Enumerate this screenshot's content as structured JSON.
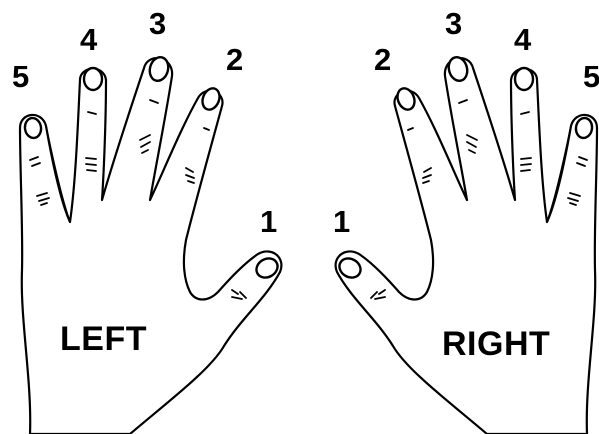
{
  "left_hand": {
    "label": "LEFT",
    "fingers": [
      {
        "id": "thumb",
        "number": "1"
      },
      {
        "id": "index",
        "number": "2"
      },
      {
        "id": "middle",
        "number": "3"
      },
      {
        "id": "ring",
        "number": "4"
      },
      {
        "id": "little",
        "number": "5"
      }
    ]
  },
  "right_hand": {
    "label": "RIGHT",
    "fingers": [
      {
        "id": "thumb",
        "number": "1"
      },
      {
        "id": "index",
        "number": "2"
      },
      {
        "id": "middle",
        "number": "3"
      },
      {
        "id": "ring",
        "number": "4"
      },
      {
        "id": "little",
        "number": "5"
      }
    ]
  },
  "colors": {
    "line": "#000000",
    "background": "#ffffff"
  }
}
